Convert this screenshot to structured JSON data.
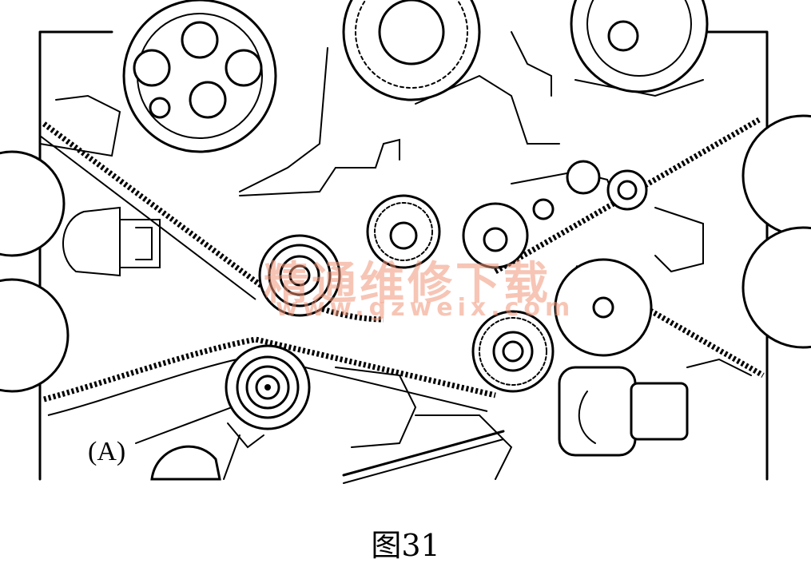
{
  "diagram": {
    "callout_label": "(A)",
    "caption": "图31"
  },
  "watermark": {
    "brand": "精通维修下载",
    "url": "www.gzweix.com"
  }
}
